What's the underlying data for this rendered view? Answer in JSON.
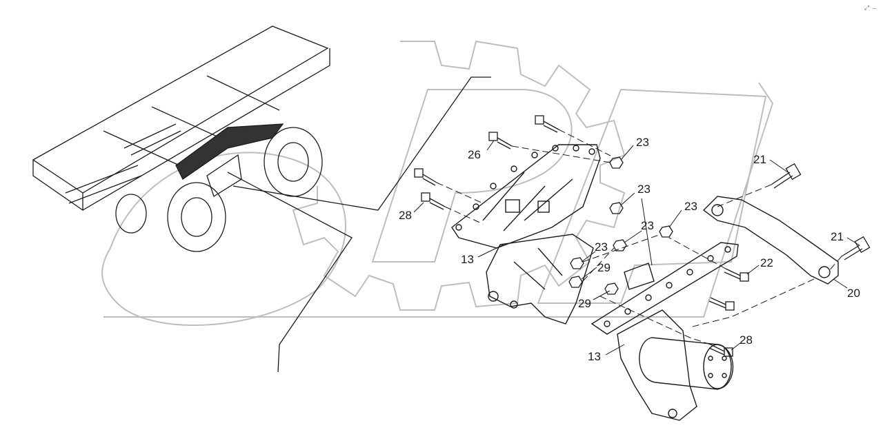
{
  "labels": {
    "p13a": "13",
    "p13b": "13",
    "p20": "20",
    "p21a": "21",
    "p21b": "21",
    "p22": "22",
    "p23a": "23",
    "p23b": "23",
    "p23c": "23",
    "p23d": "23",
    "p23e": "23",
    "p26": "26",
    "p28a": "28",
    "p28b": "28",
    "p29a": "29",
    "p29b": "29"
  },
  "watermark": {
    "text": "OPL"
  },
  "corner_mark": "⤢ ﹘",
  "colors": {
    "line": "#1a1a1a",
    "watermark": "#bdbdbd",
    "background": "#ffffff"
  }
}
